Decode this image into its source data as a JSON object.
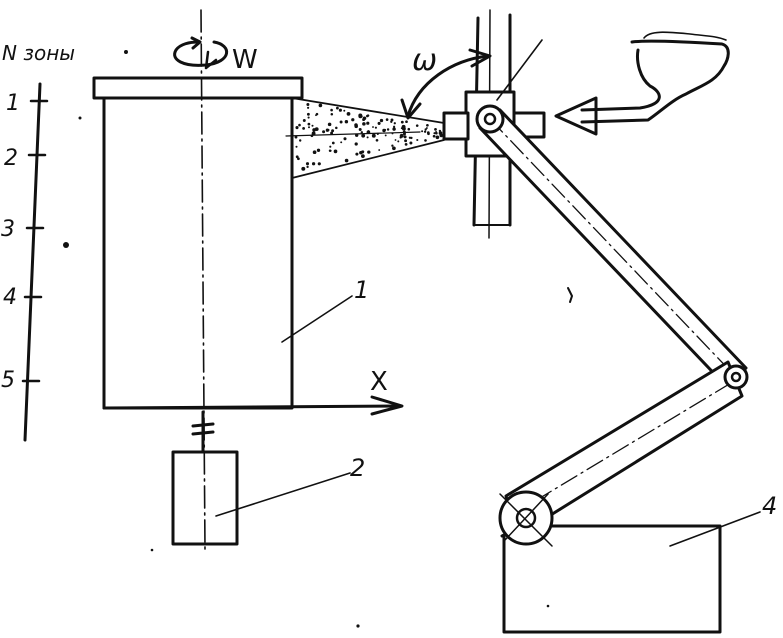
{
  "zone_header": "N зоны",
  "zone_numbers": [
    "1",
    "2",
    "3",
    "4",
    "5"
  ],
  "rotation_label": "W",
  "swing_angle_label": "ω",
  "axis_label": "X",
  "component_labels": [
    "1",
    "2",
    "4"
  ],
  "ink_color": "#111111",
  "spray_dot_count": 140
}
